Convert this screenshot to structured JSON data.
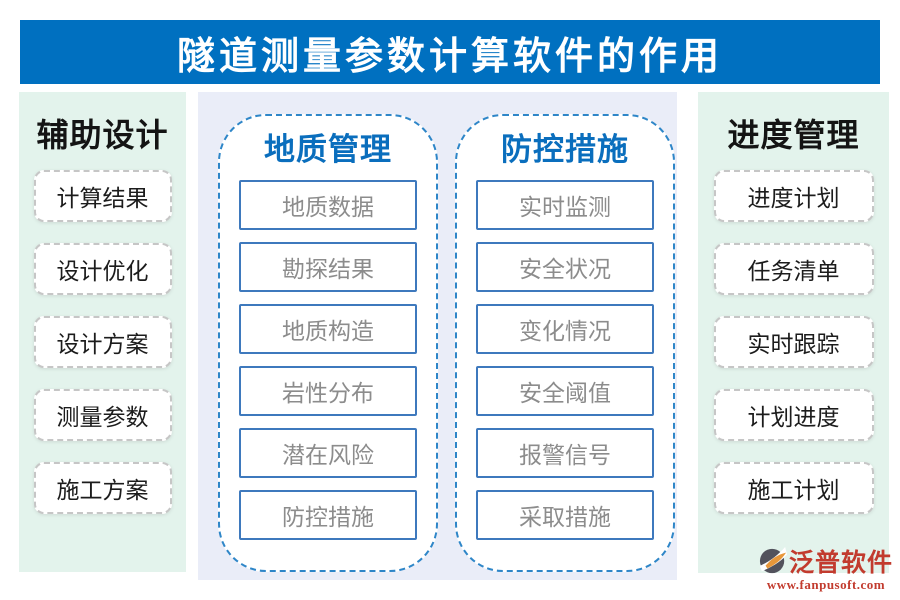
{
  "title": "隧道测量参数计算软件的作用",
  "colors": {
    "banner_bg": "#0070c0",
    "mint_bg": "#e3f3ec",
    "lavender_bg": "#eaedf8",
    "capsule_border": "#2e86c8",
    "capsule_header_text": "#0a6ebd",
    "blue_box_border": "#3e79bd",
    "blue_box_text": "#8c8c8c",
    "mint_box_border": "#c6c6c6",
    "logo_red": "#c23b2e",
    "logo_orange": "#e8973a",
    "logo_gray": "#52525c"
  },
  "columns": {
    "aux": {
      "header": "辅助设计",
      "items": [
        "计算结果",
        "设计优化",
        "设计方案",
        "测量参数",
        "施工方案"
      ]
    },
    "geology": {
      "header": "地质管理",
      "items": [
        "地质数据",
        "勘探结果",
        "地质构造",
        "岩性分布",
        "潜在风险",
        "防控措施"
      ]
    },
    "prevention": {
      "header": "防控措施",
      "items": [
        "实时监测",
        "安全状况",
        "变化情况",
        "安全阈值",
        "报警信号",
        "采取措施"
      ]
    },
    "progress": {
      "header": "进度管理",
      "items": [
        "进度计划",
        "任务清单",
        "实时跟踪",
        "计划进度",
        "施工计划"
      ]
    }
  },
  "logo": {
    "name": "泛普软件",
    "url": "www.fanpusoft.com"
  }
}
